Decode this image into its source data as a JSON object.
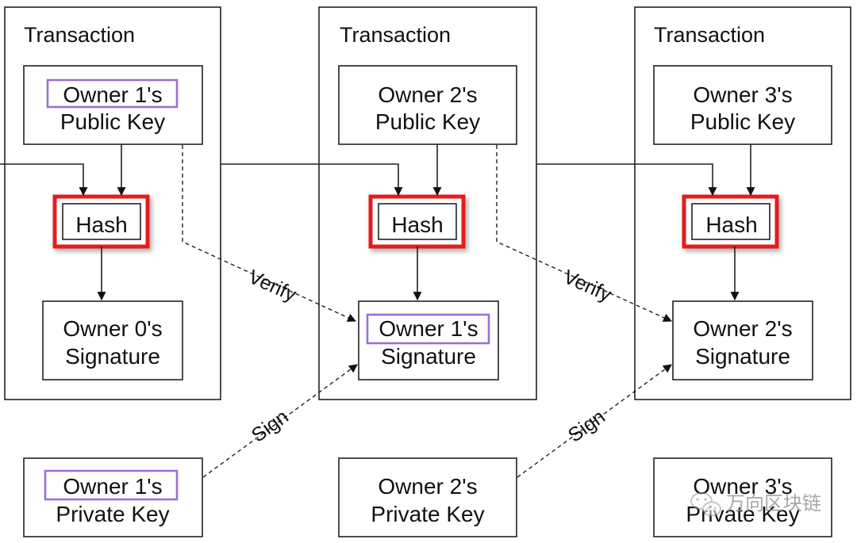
{
  "transactions": [
    {
      "title": "Transaction",
      "public_key": [
        "Owner 1's",
        "Public Key"
      ],
      "hash": "Hash",
      "signature": [
        "Owner 0's",
        "Signature"
      ]
    },
    {
      "title": "Transaction",
      "public_key": [
        "Owner 2's",
        "Public Key"
      ],
      "hash": "Hash",
      "signature": [
        "Owner 1's",
        "Signature"
      ]
    },
    {
      "title": "Transaction",
      "public_key": [
        "Owner 3's",
        "Public Key"
      ],
      "hash": "Hash",
      "signature": [
        "Owner 2's",
        "Signature"
      ]
    }
  ],
  "private_keys": [
    [
      "Owner 1's",
      "Private Key"
    ],
    [
      "Owner 2's",
      "Private Key"
    ],
    [
      "Owner 3's",
      "Private Key"
    ]
  ],
  "edge_labels": {
    "verify": "Verify",
    "sign": "Sign"
  },
  "watermark": {
    "text": "万向区块链",
    "icon": "wechat-icon"
  },
  "colors": {
    "hash_highlight": "#e51c1c",
    "owner_highlight": "#9b6fd3",
    "line": "#222222"
  }
}
